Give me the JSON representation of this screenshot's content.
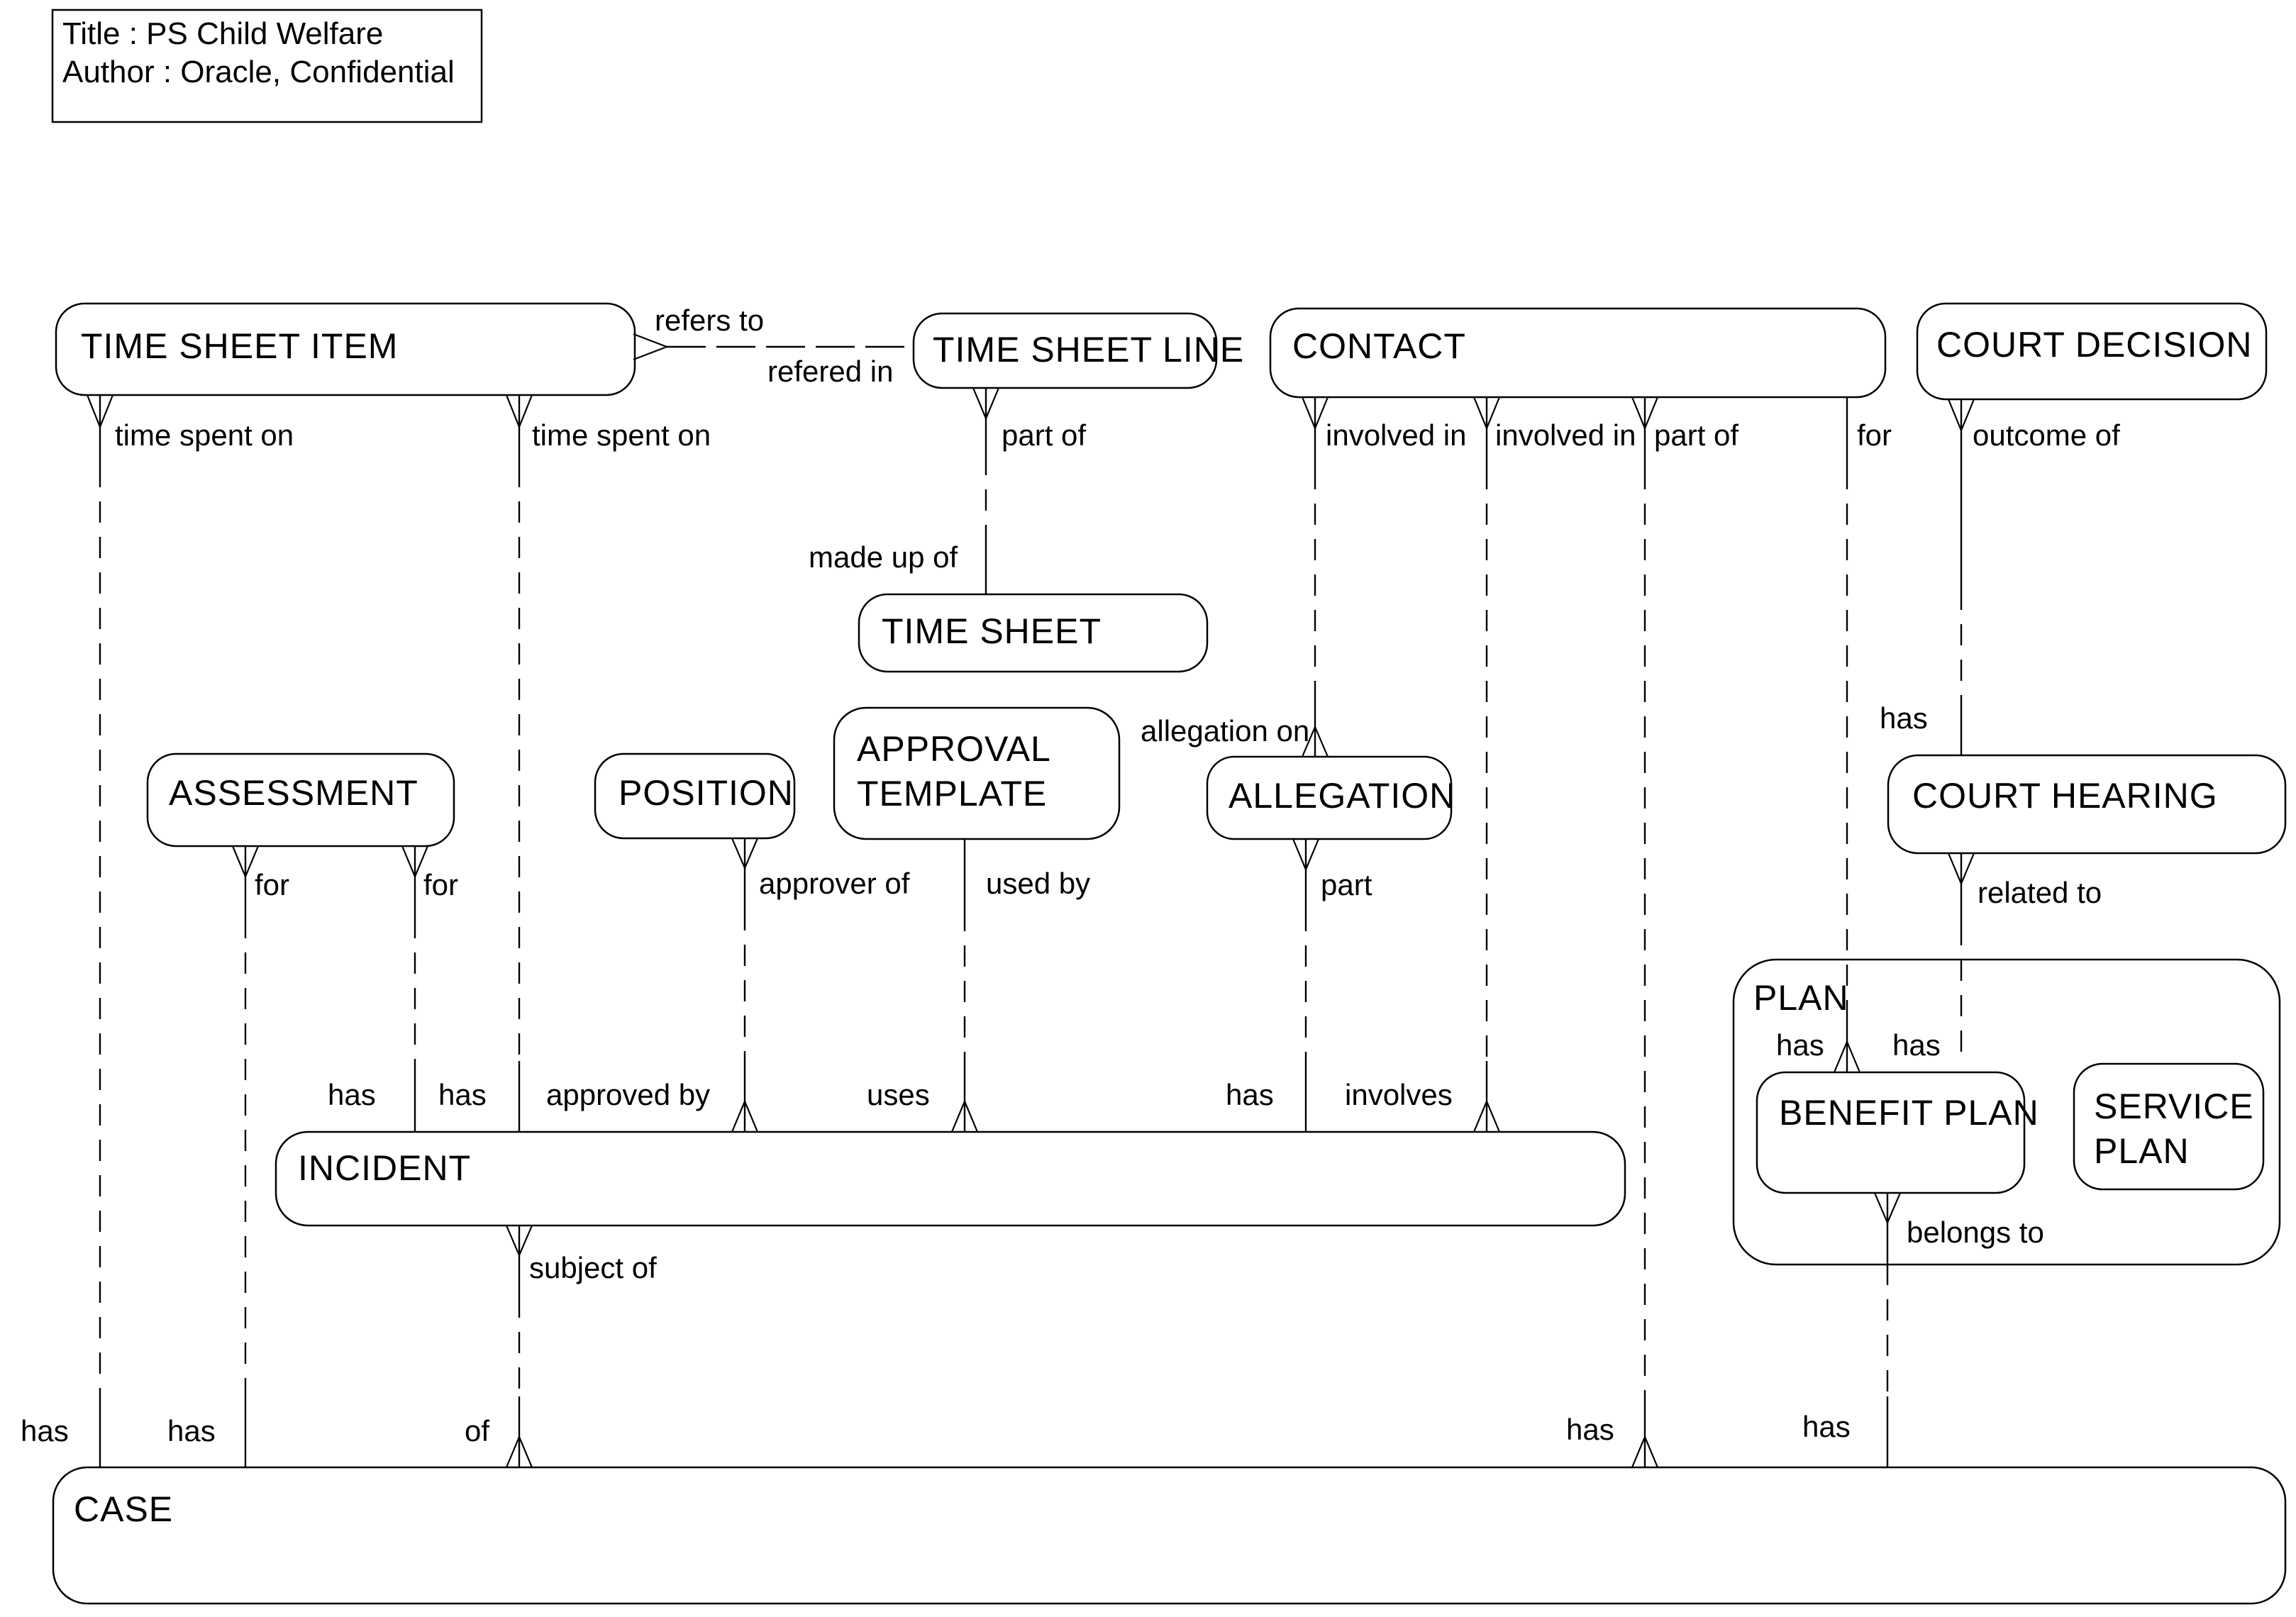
{
  "diagram": {
    "title_box": {
      "line1": "Title : PS Child Welfare",
      "line2": "Author : Oracle, Confidential"
    },
    "entities": {
      "time_sheet_item": "TIME SHEET ITEM",
      "time_sheet_line": "TIME SHEET LINE",
      "contact": "CONTACT",
      "court_decision": "COURT DECISION",
      "time_sheet": "TIME SHEET",
      "assessment": "ASSESSMENT",
      "position": "POSITION",
      "approval_template_line1": "APPROVAL",
      "approval_template_line2": "TEMPLATE",
      "allegation": "ALLEGATION",
      "court_hearing": "COURT HEARING",
      "plan": "PLAN",
      "benefit_plan": "BENEFIT PLAN",
      "service_plan_line1": "SERVICE",
      "service_plan_line2": "PLAN",
      "incident": "INCIDENT",
      "case": "CASE"
    },
    "labels": {
      "refers_to": "refers to",
      "refered_in": "refered in",
      "time_spent_on_1": "time spent on",
      "time_spent_on_2": "time spent on",
      "part_of_time_sheet_line": "part of",
      "involved_in_1": "involved in",
      "involved_in_2": "involved in",
      "part_of_contact": "part of",
      "for_contact": "for",
      "outcome_of": "outcome of",
      "made_up_of": "made up of",
      "allegation_on": "allegation on",
      "has_court_hearing": "has",
      "for_assessment_1": "for",
      "for_assessment_2": "for",
      "approver_of": "approver of",
      "used_by": "used by",
      "part_allegation": "part",
      "related_to": "related to",
      "has_benefit_plan": "has",
      "has_plan": "has",
      "has_incident_1": "has",
      "has_incident_2": "has",
      "approved_by": "approved by",
      "uses": "uses",
      "has_incident_3": "has",
      "involves": "involves",
      "subject_of": "subject of",
      "belongs_to": "belongs to",
      "has_case_1": "has",
      "has_case_2": "has",
      "of": "of",
      "has_case_3": "has",
      "has_case_4": "has"
    }
  }
}
